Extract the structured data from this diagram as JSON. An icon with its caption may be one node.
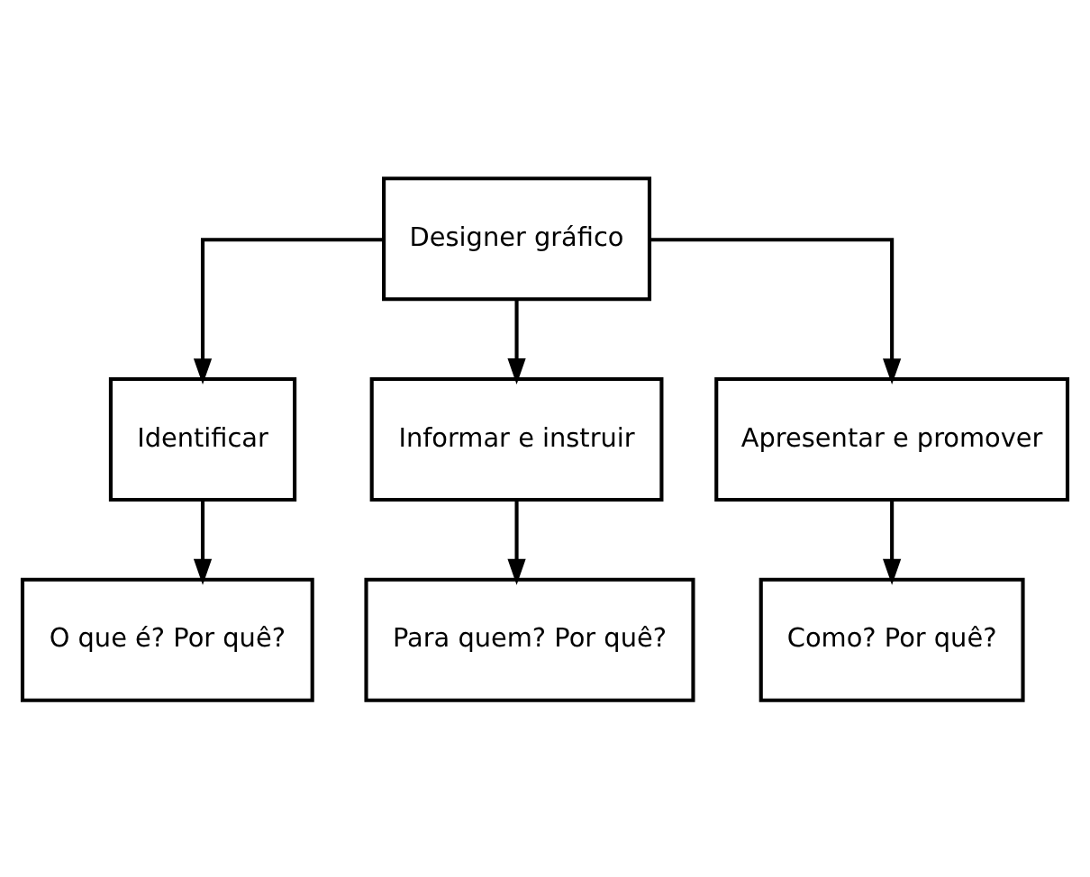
{
  "diagram": {
    "nodes": [
      {
        "text": [
          "Designer gráfico"
        ]
      },
      {
        "text": [
          "Identificar"
        ]
      },
      {
        "text": [
          "Informar e instruir"
        ]
      },
      {
        "text": [
          "Apresentar e promover"
        ]
      },
      {
        "text": [
          "O que é? Por quê?"
        ]
      },
      {
        "text": [
          "Para quem? Por quê?"
        ]
      },
      {
        "text": [
          "Como? Por quê?"
        ]
      }
    ],
    "edges": [
      {
        "from": 0,
        "to": 1,
        "arrow": "to"
      },
      {
        "from": 0,
        "to": 2,
        "arrow": "to"
      },
      {
        "from": 0,
        "to": 3,
        "arrow": "to"
      },
      {
        "from": 1,
        "to": 4,
        "arrow": "to"
      },
      {
        "from": 2,
        "to": 5,
        "arrow": "to"
      },
      {
        "from": 3,
        "to": 6,
        "arrow": "to"
      }
    ]
  }
}
